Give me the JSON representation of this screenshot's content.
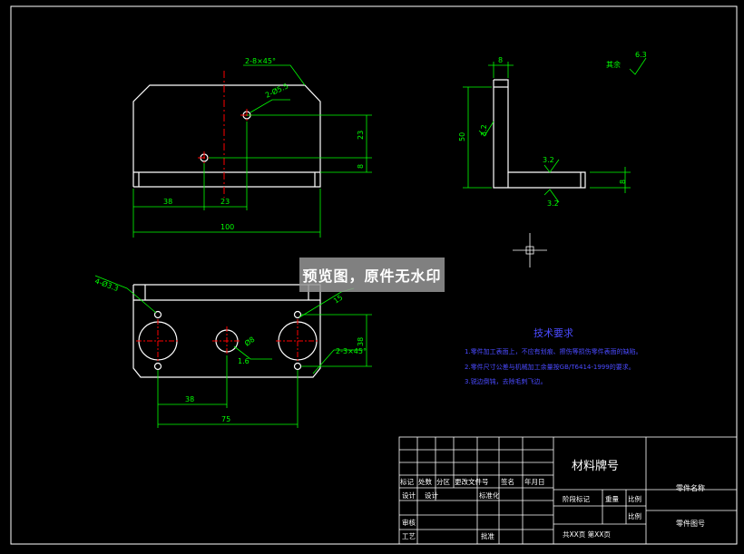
{
  "colors": {
    "background": "#000000",
    "outline": "#ffffff",
    "dimension": "#00ff00",
    "center_line": "#ff0000",
    "notes": "#4a4aff"
  },
  "front_view": {
    "chamfer_label": "2-8×45°",
    "hole_label": "2-Ø5.5",
    "dims": {
      "h_23": "23",
      "h_8": "8",
      "w_38": "38",
      "w_23": "23",
      "w_100": "100"
    }
  },
  "side_view": {
    "dims": {
      "top_8": "8",
      "height_50": "50",
      "base_8": "8"
    },
    "roughness": {
      "r1": "3.2",
      "r2": "3.2",
      "r3": "3.2"
    },
    "surface_note": "其余",
    "surface_value": "6.3"
  },
  "bottom_view": {
    "hole_label": "4-Ø3.3",
    "bore_label": "Ø8",
    "chamfer_label": "2-3×45°",
    "dims": {
      "r_15": "15",
      "h_38": "38",
      "d_38": "38",
      "d_75": "75",
      "small_16": "1.6"
    }
  },
  "watermark": "预览图，原件无水印",
  "tech_requirements": {
    "title": "技术要求",
    "items": [
      "1.零件加工表面上，不应有划痕、擦伤等损伤零件表面的缺陷。",
      "2.零件尺寸公差与机械加工余量按GB/T6414-1999的要求。",
      "3.锐边倒钝，去除毛刺飞边。"
    ]
  },
  "title_block": {
    "material": "材料牌号",
    "part_name": "零件名称",
    "part_number": "零件图号",
    "row_labels": [
      "标记",
      "处数",
      "分区",
      "更改文件号",
      "签名",
      "年月日"
    ],
    "design": "设计",
    "design2": "设计",
    "standardization": "标准化",
    "stage_mark": "阶段标记",
    "weight": "重量",
    "scale": "比例",
    "scale2": "比例",
    "review": "审核",
    "process": "工艺",
    "approve": "批准",
    "sheets": "共XX页  第XX页"
  }
}
